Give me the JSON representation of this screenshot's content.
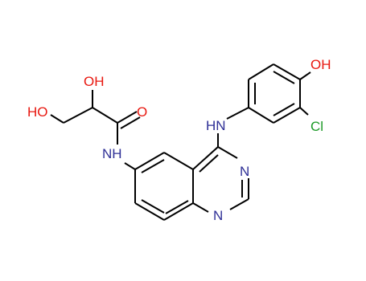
{
  "colors": {
    "bond": "#000000",
    "oxygen": "#e8170f",
    "nitrogen": "#2e2f96",
    "chlorine": "#1c9a27"
  },
  "labels": {
    "oh_phenol": "OH",
    "cl": "Cl",
    "nh_aniline": "HN",
    "n3": "N",
    "n1": "N",
    "nh_amide": "NH",
    "oh_secondary": "OH",
    "o_carbonyl": "O",
    "oh_primary": "HO"
  }
}
